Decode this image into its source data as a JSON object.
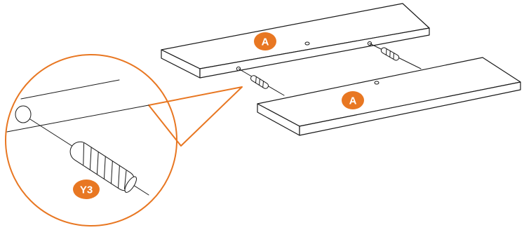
{
  "panels": {
    "upper_label": "A",
    "lower_label": "A"
  },
  "zoom": {
    "part_label": "Y3"
  },
  "colors": {
    "accent": "#e87722",
    "line": "#1a1a1a",
    "background": "#ffffff"
  }
}
